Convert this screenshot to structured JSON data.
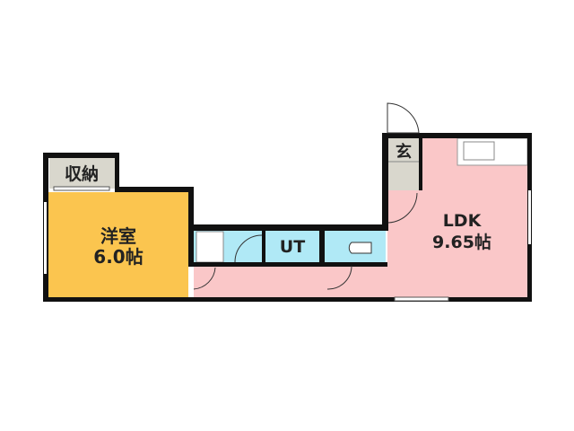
{
  "rooms": {
    "storage": {
      "label": "収納"
    },
    "western_room": {
      "label": "洋室",
      "size": "6.0帖"
    },
    "utility": {
      "label": "UT"
    },
    "entrance": {
      "label": "玄"
    },
    "ldk": {
      "label": "LDK",
      "size": "9.65帖"
    }
  },
  "colors": {
    "wall": "#111111",
    "western_room": "#fbc54f",
    "storage": "#d9d7cd",
    "wet_area": "#b0e9f6",
    "ldk": "#fac7c8",
    "entrance": "#d9d7cd"
  }
}
